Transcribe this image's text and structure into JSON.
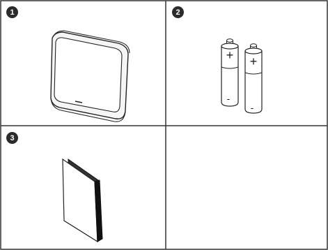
{
  "cells": [
    {
      "number": "1",
      "icon": "device-icon"
    },
    {
      "number": "2",
      "icon": "batteries-icon"
    },
    {
      "number": "3",
      "icon": "manual-booklet-icon"
    },
    {
      "number": "",
      "icon": ""
    }
  ],
  "battery_symbols": {
    "plus": "+",
    "minus": "-"
  }
}
